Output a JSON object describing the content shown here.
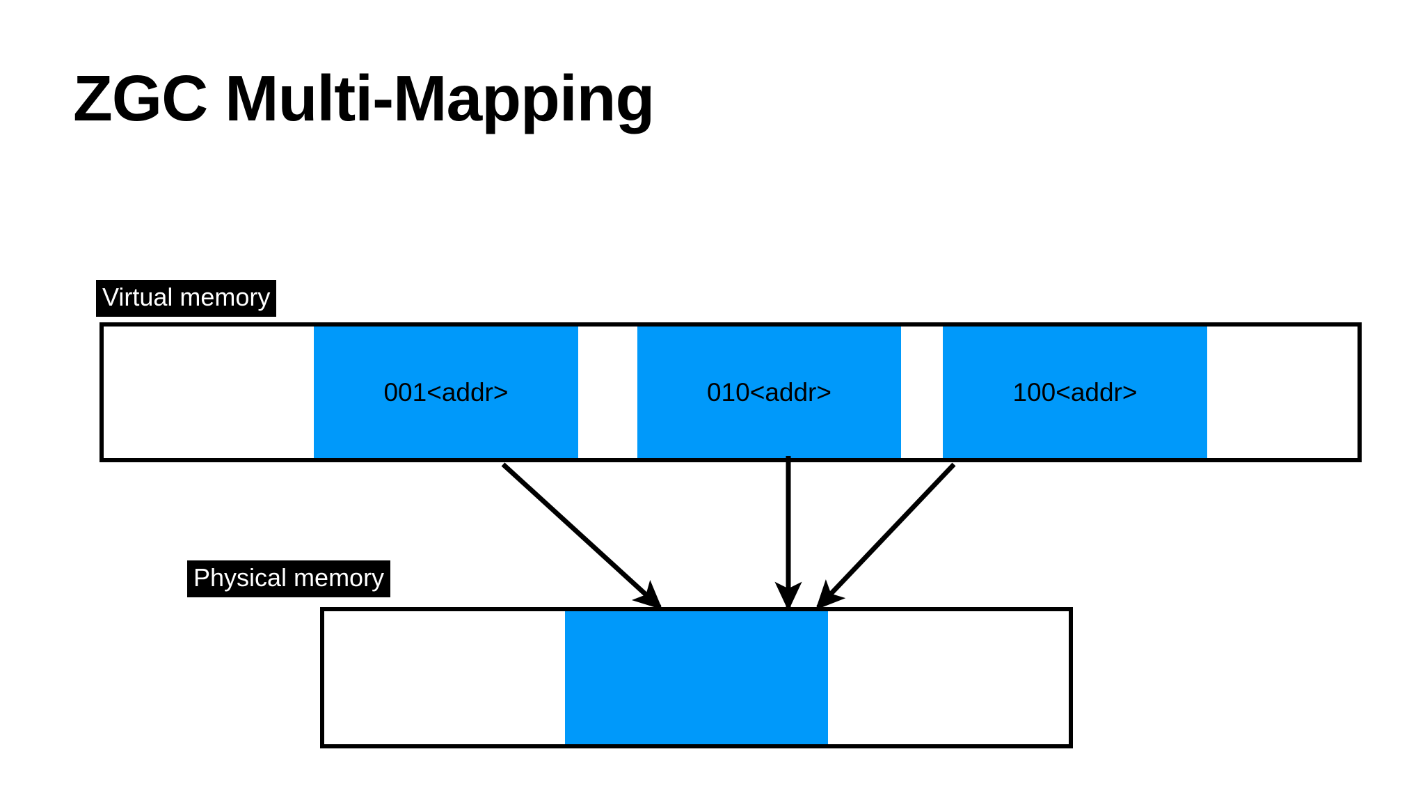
{
  "slide": {
    "title": "ZGC Multi-Mapping",
    "background_color": "#ffffff",
    "accent_color": "#0099fa",
    "outline_color": "#000000",
    "caption_bg_color": "#000000",
    "caption_text_color": "#ffffff"
  },
  "virtual_memory": {
    "caption": "Virtual memory",
    "blocks": [
      {
        "label": "001<addr>"
      },
      {
        "label": "010<addr>"
      },
      {
        "label": "100<addr>"
      }
    ]
  },
  "physical_memory": {
    "caption": "Physical memory",
    "blocks": [
      {
        "label": ""
      }
    ]
  },
  "mappings": [
    {
      "from": "001<addr>",
      "to": "physical-block"
    },
    {
      "from": "010<addr>",
      "to": "physical-block"
    },
    {
      "from": "100<addr>",
      "to": "physical-block"
    }
  ]
}
